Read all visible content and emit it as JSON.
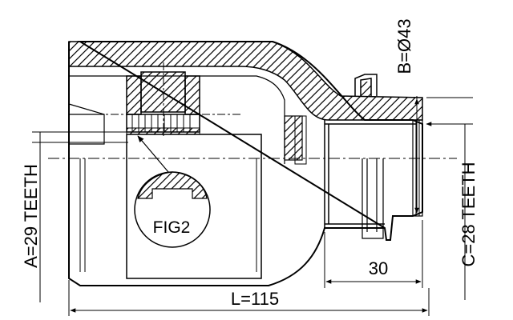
{
  "labels": {
    "overall_length": "L=115",
    "spline_length": "30",
    "inner_teeth": "A=29 TEETH",
    "diameter": "B=Ø43",
    "outer_teeth": "C=28 TEETH",
    "detail": "FIG2"
  },
  "colors": {
    "line": "#000000",
    "background": "#ffffff"
  }
}
